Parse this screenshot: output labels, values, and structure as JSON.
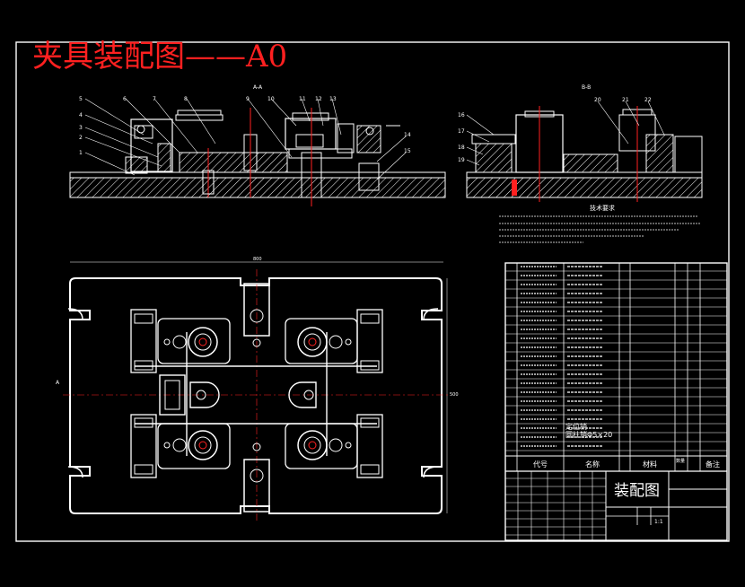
{
  "drawing": {
    "heading": "夹具装配图——A0",
    "view_labels": {
      "section_a": "A-A",
      "section_b": "B-B",
      "plan_marker": "A"
    },
    "balloons_front": [
      "5",
      "4",
      "3",
      "2",
      "1",
      "6",
      "7",
      "8",
      "9",
      "10",
      "11",
      "12",
      "13",
      "14",
      "15"
    ],
    "balloons_side": [
      "16",
      "17",
      "18",
      "19",
      "20",
      "21",
      "22"
    ],
    "notes_title": "技术要求",
    "dimensions": {
      "overall": "800",
      "height": "500"
    }
  },
  "title_block": {
    "drawing_title": "装配图",
    "header": {
      "code": "代号",
      "name": "名称",
      "qty": "数量",
      "material": "材料",
      "remarks": "备注"
    },
    "legible_rows": [
      "定位销",
      "圆柱销Φ5×20"
    ],
    "scale": "1:1"
  },
  "colors": {
    "background": "#000000",
    "lines": "#ffffff",
    "heading": "#ff2020",
    "centerline": "#ff2020",
    "accent_magenta": "#ff00ff",
    "accent_cyan": "#00e5ff"
  }
}
